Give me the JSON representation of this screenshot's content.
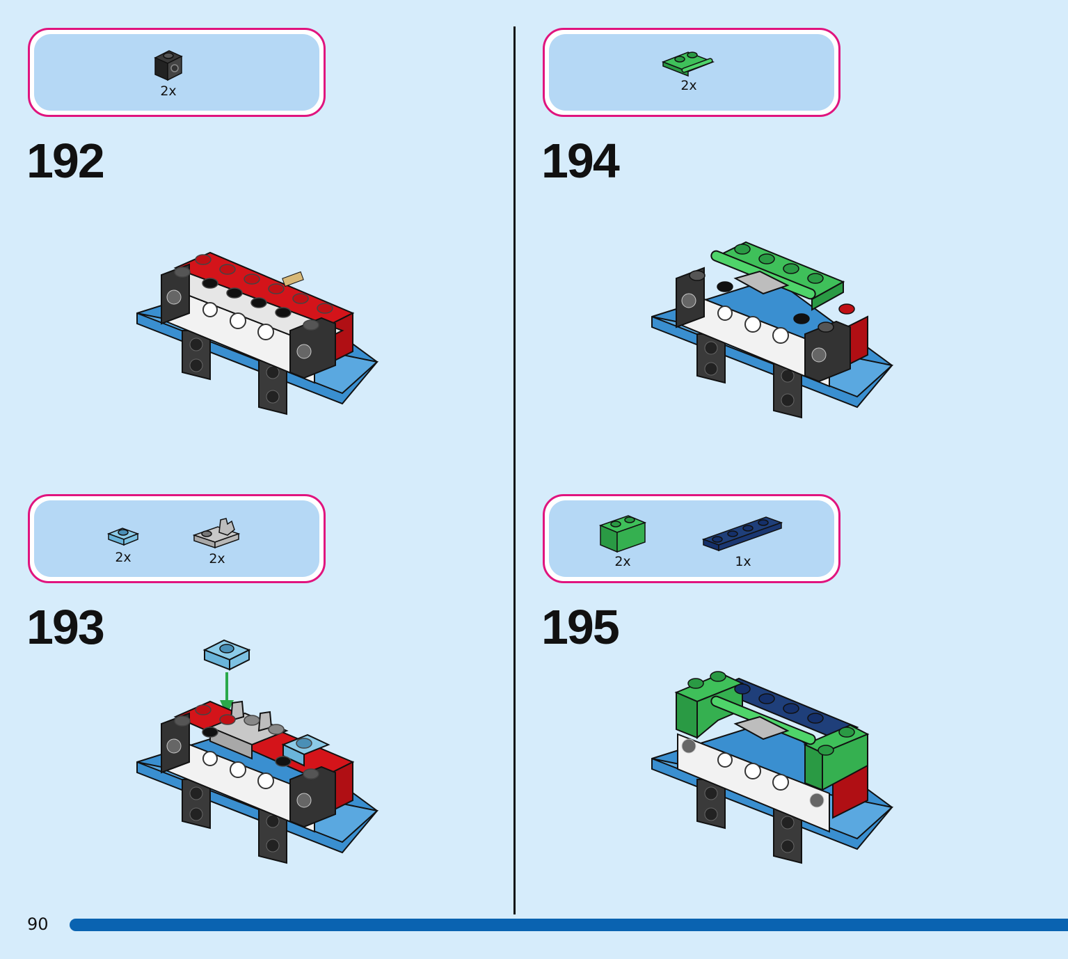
{
  "page": {
    "number": "90"
  },
  "colors": {
    "background": "#d6ecfb",
    "box_border": "#e0147e",
    "box_fill": "#b5d8f5",
    "progress": "#0a63b1"
  },
  "steps": [
    {
      "number": "192",
      "parts": [
        {
          "qty": "2x",
          "icon": "black-brick-1x1-stud-side-icon"
        }
      ]
    },
    {
      "number": "193",
      "parts": [
        {
          "qty": "2x",
          "icon": "light-blue-plate-1x1-icon"
        },
        {
          "qty": "2x",
          "icon": "gray-plate-clip-icon"
        }
      ]
    },
    {
      "number": "194",
      "parts": [
        {
          "qty": "2x",
          "icon": "green-plate-handle-icon"
        }
      ]
    },
    {
      "number": "195",
      "parts": [
        {
          "qty": "2x",
          "icon": "green-brick-1x2-icon"
        },
        {
          "qty": "1x",
          "icon": "dark-blue-plate-1x4-icon"
        }
      ]
    }
  ]
}
